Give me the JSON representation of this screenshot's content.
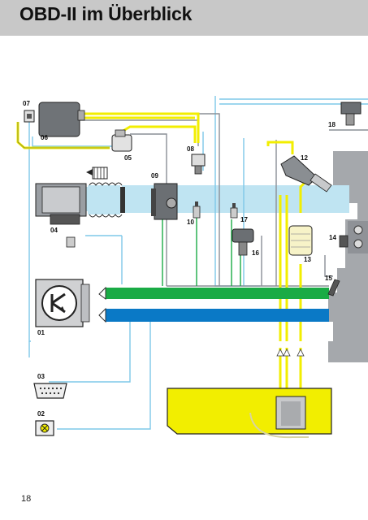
{
  "header": {
    "title": "OBD-II im Überblick"
  },
  "page": {
    "number": "18"
  },
  "components": [
    {
      "id": "07",
      "label": "07"
    },
    {
      "id": "06",
      "label": "06"
    },
    {
      "id": "05",
      "label": "05"
    },
    {
      "id": "08",
      "label": "08"
    },
    {
      "id": "09",
      "label": "09"
    },
    {
      "id": "04",
      "label": "04"
    },
    {
      "id": "10",
      "label": "10"
    },
    {
      "id": "17",
      "label": "17"
    },
    {
      "id": "16",
      "label": "16"
    },
    {
      "id": "12",
      "label": "12"
    },
    {
      "id": "13",
      "label": "13"
    },
    {
      "id": "18",
      "label": "18"
    },
    {
      "id": "14",
      "label": "14"
    },
    {
      "id": "15",
      "label": "15"
    },
    {
      "id": "01",
      "label": "01"
    },
    {
      "id": "03",
      "label": "03"
    },
    {
      "id": "02",
      "label": "02"
    }
  ],
  "colors": {
    "header_bg": "#c8c8c8",
    "intake_blue": "#bfe4f2",
    "fuel_yellow": "#f2ee00",
    "bus_green": "#1aab45",
    "bus_blue": "#0a79c6",
    "wire_blue": "#7ec8e8",
    "wire_gray": "#8a8f96",
    "engine_gray": "#a5a8ac"
  }
}
